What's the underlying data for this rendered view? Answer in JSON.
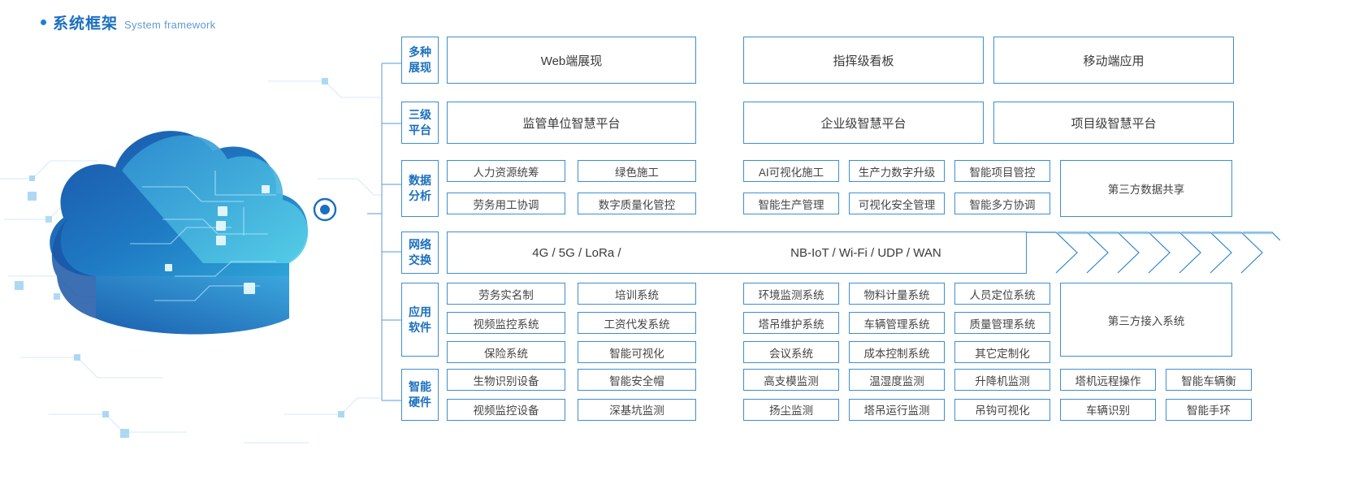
{
  "header": {
    "title_cn": "系统框架",
    "title_en": "System framework",
    "bullet": "bullet-dot",
    "accent_color": "#1a6fbf",
    "border_color": "#3d8fd0"
  },
  "rows": [
    {
      "stage": [
        "多种",
        "展现"
      ],
      "left": [
        "Web端展现"
      ],
      "right": [
        "指挥级看板",
        "移动端应用"
      ]
    },
    {
      "stage": [
        "三级",
        "平台"
      ],
      "left": [
        "监管单位智慧平台"
      ],
      "right": [
        "企业级智慧平台",
        "项目级智慧平台"
      ]
    },
    {
      "stage": [
        "数据",
        "分析"
      ],
      "left": [
        "人力资源统筹",
        "绿色施工",
        "劳务用工协调",
        "数字质量化管控"
      ],
      "right": [
        "AI可视化施工",
        "生产力数字升级",
        "智能项目管控",
        "智能生产管理",
        "可视化安全管理",
        "智能多方协调"
      ],
      "wide": "第三方数据共享"
    },
    {
      "stage": [
        "网络",
        "交换"
      ],
      "network": [
        "4G / 5G / LoRa /",
        "NB-IoT / Wi-Fi / UDP / WAN"
      ],
      "arrow_count": 8
    },
    {
      "stage": [
        "应用",
        "软件"
      ],
      "left": [
        "劳务实名制",
        "培训系统",
        "视频监控系统",
        "工资代发系统",
        "保险系统",
        "智能可视化"
      ],
      "right": [
        "环境监测系统",
        "物料计量系统",
        "人员定位系统",
        "塔吊维护系统",
        "车辆管理系统",
        "质量管理系统",
        "会议系统",
        "成本控制系统",
        "其它定制化"
      ],
      "wide": "第三方接入系统"
    },
    {
      "stage": [
        "智能",
        "硬件"
      ],
      "left": [
        "生物识别设备",
        "智能安全帽",
        "视频监控设备",
        "深基坑监测"
      ],
      "right": [
        "高支模监测",
        "温湿度监测",
        "升降机监测",
        "塔机远程操作",
        "智能车辆衡",
        "扬尘监测",
        "塔吊运行监测",
        "吊钩可视化",
        "车辆识别",
        "智能手环"
      ]
    }
  ]
}
